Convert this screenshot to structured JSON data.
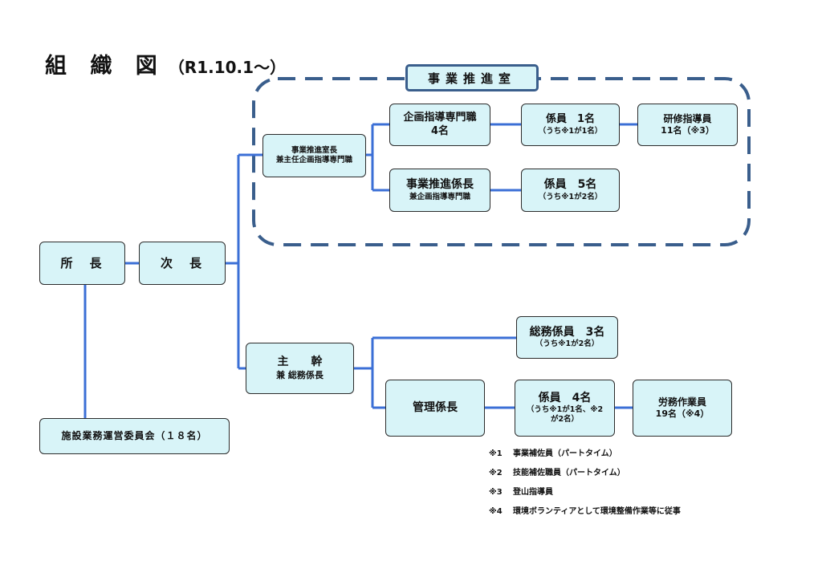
{
  "title": {
    "main": "組 織 図",
    "date": "（R1.10.1～）"
  },
  "section_label": "事業推進室",
  "boxes": {
    "shocho": "所　長",
    "jicho": "次　長",
    "iinkai": "施設業務運営委員会（１８名）",
    "shitsucho": {
      "line1": "事業推進室長",
      "line2": "兼主任企画指導専門職"
    },
    "kikaku": {
      "line1": "企画指導専門職",
      "line2": "4名"
    },
    "kakari1": {
      "line1": "係員　1名",
      "line2": "（うち※1が1名）"
    },
    "kenshu": {
      "line1": "研修指導員",
      "line2": "11名（※3）"
    },
    "suishin": {
      "line1": "事業推進係長",
      "line2": "兼企画指導専門職"
    },
    "kakari5": {
      "line1": "係員　5名",
      "line2": "（うち※1が2名）"
    },
    "shukan": {
      "line1": "主　　幹",
      "line2": "兼 総務係長"
    },
    "somu": {
      "line1": "総務係員　3名",
      "line2": "（うち※1が2名）"
    },
    "kanri": "管理係長",
    "kakari4": {
      "line1": "係員　4名",
      "line2": "（うち※1が1名、※2",
      "line3": "が2名）"
    },
    "romu": {
      "line1": "労務作業員",
      "line2": "19名（※4）"
    }
  },
  "notes": [
    {
      "key": "※1",
      "text": "事業補佐員（パートタイム）"
    },
    {
      "key": "※2",
      "text": "技能補佐職員（パートタイム）"
    },
    {
      "key": "※3",
      "text": "登山指導員"
    },
    {
      "key": "※4",
      "text": "環境ボランティアとして環境整備作業等に従事"
    }
  ],
  "colors": {
    "connector": "#3b6fd6",
    "box_fill": "#d8f4f8",
    "dashed_border": "#3a5e8c"
  }
}
